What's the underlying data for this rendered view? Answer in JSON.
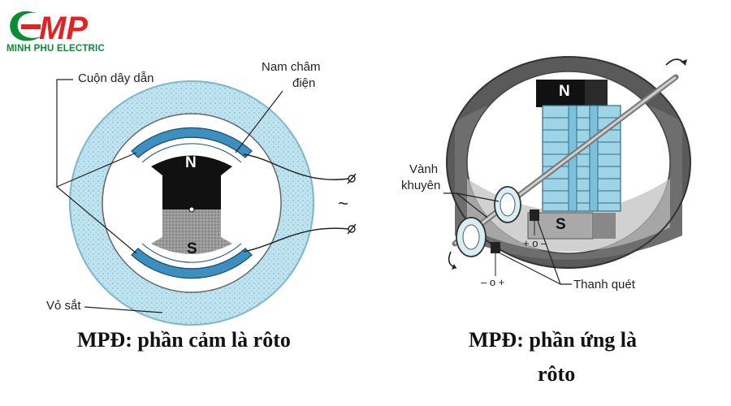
{
  "brand": {
    "logo_text": "MP",
    "name": "MINH PHU ELECTRIC",
    "green": "#0a8c32",
    "red": "#e02424"
  },
  "left_figure": {
    "label_coil": "Cuộn dây dẫn",
    "label_electromagnet_line1": "Nam châm",
    "label_electromagnet_line2": "điện",
    "label_shell": "Vỏ sắt",
    "pole_north": "N",
    "pole_south": "S",
    "ac_symbol": "~",
    "caption": "MPĐ: phần cảm là rôto"
  },
  "right_figure": {
    "label_slip_ring_line1": "Vành",
    "label_slip_ring_line2": "khuyên",
    "label_brush": "Thanh quét",
    "pole_north": "N",
    "pole_south": "S",
    "terminal_top": "+ o –",
    "terminal_bottom": "– o +",
    "caption_line1": "MPĐ: phần ứng là",
    "caption_line2": "rôto"
  }
}
